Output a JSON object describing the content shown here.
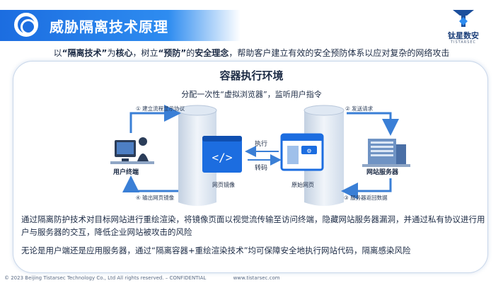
{
  "header": {
    "title": "威胁隔离技术原理",
    "brand_name": "钛星数安",
    "brand_sub": "TISTARSEC"
  },
  "subtitle": {
    "p1": "以",
    "b1": "“隔离技术”",
    "p2": "为",
    "b2": "核心",
    "p3": "，树立",
    "b3": "“预防”",
    "p4": "的",
    "b4": "安全理念",
    "p5": "，帮助客户建立有效的安全预防体系以应对复杂的网络攻击"
  },
  "panel": {
    "title": "容器执行环境",
    "subtitle": "分配一次性“虚拟浏览器”，监听用户指令"
  },
  "diagram": {
    "step1": "① 建立流程显示协议",
    "step2": "② 发送请求",
    "step3": "③ 服务器返回数据",
    "step4": "④ 输出网页镜像",
    "user": "用户终端",
    "server": "网站服务器",
    "mirror": "网页镜像",
    "original": "原始网页",
    "execute": "执行",
    "transcode": "转码"
  },
  "body": {
    "para1": "通过隔离防护技术对目标网站进行重绘渲染，将镜像页面以视觉流传输至访问终端，隐藏网站服务器漏洞，并通过私有协议进行用户与服务器的交互，降低企业网站被攻击的风险",
    "para2": "无论是用户端还是应用服务器，通过“隔离容器+重绘渲染技术”均可保障安全地执行网站代码，隔离感染风险"
  },
  "footer": {
    "copyright": "© 2023 Beijing Tistarsec Technology Co., Ltd  All rights reserved. – CONFIDENTIAL",
    "url": "www.tistarsec.com"
  },
  "colors": {
    "primary": "#1c6de0",
    "accent": "#2e8cf0",
    "text": "#1c2b45",
    "arrow": "#3a7fd6"
  }
}
